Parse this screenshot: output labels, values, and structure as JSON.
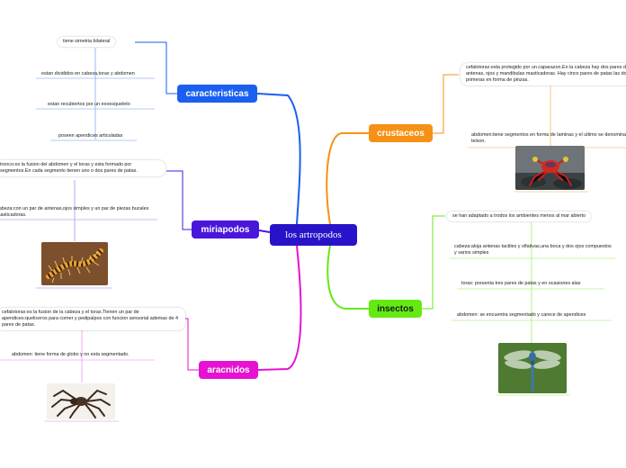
{
  "central": {
    "label": "los artropodos"
  },
  "colors": {
    "caracteristicas": "#1a5ff0",
    "miriapodos": "#4a16dc",
    "aracnidos": "#e512d2",
    "crustaceos": "#f69116",
    "insectos": "#64ea12",
    "central": "#2814c8"
  },
  "branches": {
    "caracteristicas": {
      "label": "caracteristicas",
      "leaves": [
        "tiene simetria bilateral",
        "estan divididos en cabeza,torax y abdomen",
        "estan recubiertos por un exoesqueleto",
        "poseen apendices articuladas"
      ]
    },
    "miriapodos": {
      "label": "miriapodos",
      "leaves": [
        "tronco:es la fusion del abdomen y el toras y esta formado por segmentos.En cada segmento tienen uno o dos pares de patas.",
        "cabeza:con un par de antenas,ojos simples y un par de piezas bucales masticadoras."
      ],
      "image_icon": "centipede-photo"
    },
    "aracnidos": {
      "label": "aracnidos",
      "leaves": [
        "cefalotorax:es la fusion de la cabeza y el torax.Tienen un par de apendices:queliceros para comer y pedipalpos con funcion sensorial ademas de 4 pares de patas.",
        "abdomen: tiene forma de globo y no esta segmentado."
      ],
      "image_icon": "spider-photo"
    },
    "crustaceos": {
      "label": "crustaceos",
      "leaves": [
        "cefalotorax:esta protegido por un caparazon.En la cabeza hay dos pares de antenas, ojos y mandibulas masticadoras. Hay cinco pares de patas las dos primeras en forma de pinzas.",
        "abdomen:tiene segmentos en forma de laminas y el ultimo se denomina telson."
      ],
      "image_icon": "crab-photo"
    },
    "insectos": {
      "label": "insectos",
      "leaves": [
        "se han adaptado a trodos los ambientes menos al mar abierto",
        "cabeza:aloja antenas tactiles y olfativas,una boca y dos ojos compuestos y varios simples",
        "toras: presenta tres pares de patas y en ocasiones alas",
        "abdomen: se encuentra segmentado y carece de apendices"
      ],
      "image_icon": "dragonfly-photo"
    }
  }
}
